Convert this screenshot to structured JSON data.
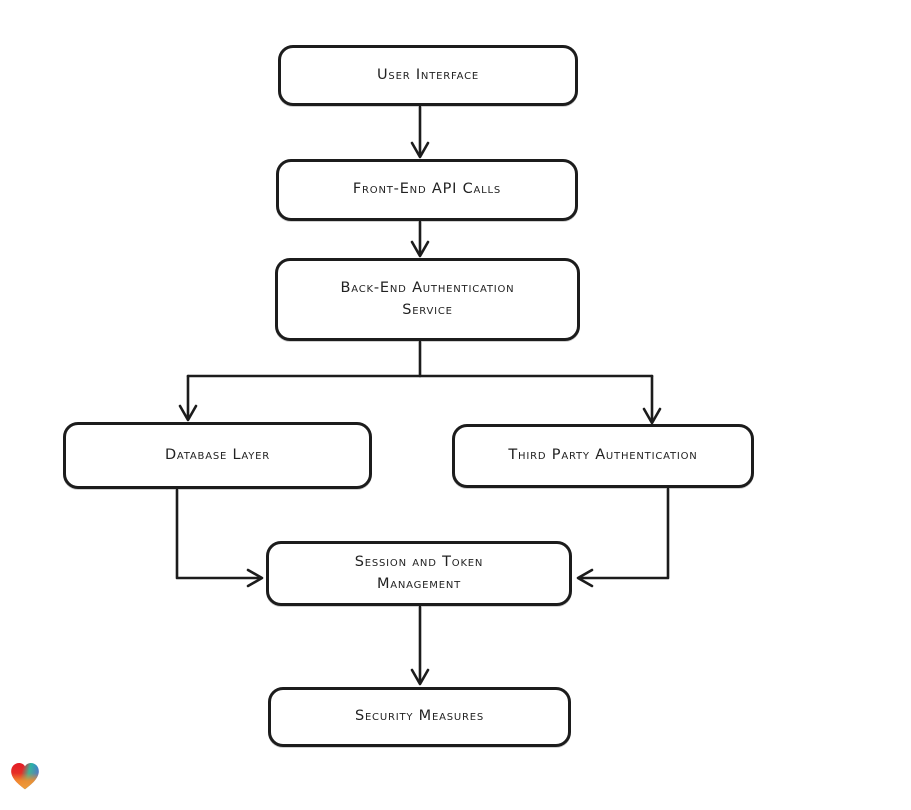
{
  "page": {
    "background": "#ffffff"
  },
  "diagram": {
    "type": "flowchart",
    "direction": "top-down",
    "style": {
      "stroke": "#1c1c1c",
      "node_fill": "#ffffff",
      "font_style": "hand-drawn small caps"
    },
    "nodes": [
      {
        "id": "user-interface",
        "label": "User Interface"
      },
      {
        "id": "front-end-api-calls",
        "label": "Front-End API Calls"
      },
      {
        "id": "back-end-authentication-service",
        "label": "Back-End Authentication Service"
      },
      {
        "id": "database-layer",
        "label": "Database Layer"
      },
      {
        "id": "third-party-authentication",
        "label": "Third Party Authentication"
      },
      {
        "id": "session-and-token-management",
        "label": "Session and Token Management"
      },
      {
        "id": "security-measures",
        "label": "Security Measures"
      }
    ],
    "edges": [
      {
        "from": "user-interface",
        "to": "front-end-api-calls"
      },
      {
        "from": "front-end-api-calls",
        "to": "back-end-authentication-service"
      },
      {
        "from": "back-end-authentication-service",
        "to": "database-layer"
      },
      {
        "from": "back-end-authentication-service",
        "to": "third-party-authentication"
      },
      {
        "from": "database-layer",
        "to": "session-and-token-management"
      },
      {
        "from": "third-party-authentication",
        "to": "session-and-token-management"
      },
      {
        "from": "session-and-token-management",
        "to": "security-measures"
      }
    ]
  },
  "branding": {
    "logo": "gradient-heart-icon",
    "logo_colors": {
      "red": "#e41f26",
      "teal": "#2bb6a3",
      "blue": "#3f6fdc",
      "orange": "#f18f2f"
    }
  }
}
